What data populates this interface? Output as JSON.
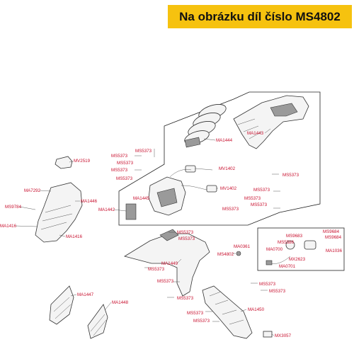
{
  "banner": {
    "title": "Na obrázku díl číslo MS4802",
    "bg_color": "#f6c20f",
    "text_color": "#111111"
  },
  "label_color": "#c8102e",
  "labels": {
    "MA1443": "MA1443",
    "MA1444": "MA1444",
    "MV2519": "MV2519",
    "MS5373": "MS5373",
    "MV1402": "MV1402",
    "MA7292": "MA7292",
    "MA1446": "MA1446",
    "MS9784": "MS9784",
    "MA1416": "MA1416",
    "MA1445": "MA1445",
    "MA1442": "MA1442",
    "MA0361": "MA0361",
    "MS4802": "MS4802",
    "MS9683": "MS9683",
    "MS9684": "MS9684",
    "MS5586": "MS5586",
    "MA0700": "MA0700",
    "MA1036": "MA1036",
    "MX2623": "MX2623",
    "MA0701": "MA0701",
    "MA1449": "MA1449",
    "MA1447": "MA1447",
    "MA1448": "MA1448",
    "MA1450": "MA1450",
    "MX3057": "MX3057"
  }
}
